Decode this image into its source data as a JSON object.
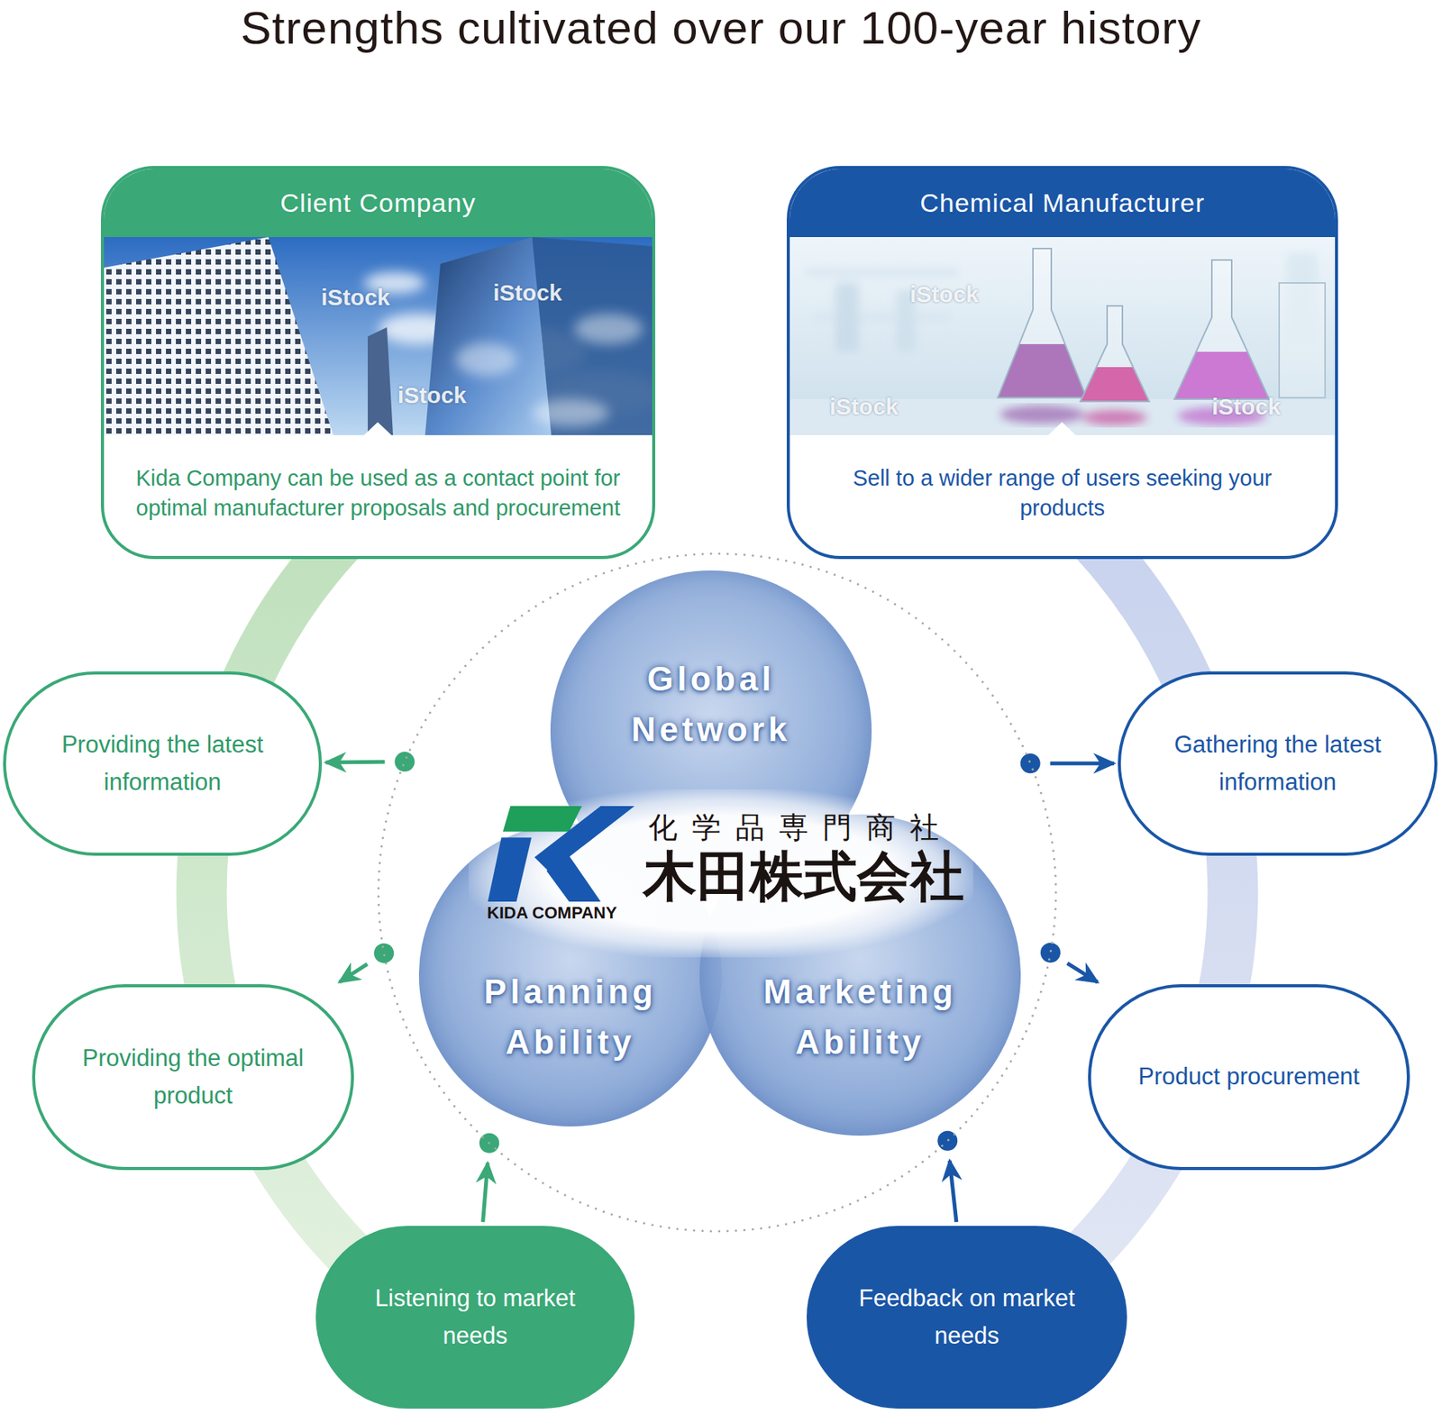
{
  "diagram": {
    "title": "Strengths cultivated over our 100-year history",
    "nodes": [
      {
        "text": [
          "Client Company",
          "Kida Company can be used as a contact point for optimal manufacturer proposals and procurement"
        ]
      },
      {
        "text": [
          "Chemical Manufacturer",
          "Sell to a wider range of users seeking your products"
        ]
      },
      {
        "text": [
          "化学品専門商社",
          "木田株式会社",
          "KIDA COMPANY"
        ]
      },
      {
        "text": [
          "Global Network"
        ],
        "in": 2
      },
      {
        "text": [
          "Planning Ability"
        ],
        "in": 2
      },
      {
        "text": [
          "Marketing Ability"
        ],
        "in": 2
      },
      {
        "text": [
          "Providing the latest information"
        ]
      },
      {
        "text": [
          "Gathering the latest information"
        ]
      },
      {
        "text": [
          "Providing the optimal product"
        ]
      },
      {
        "text": [
          "Product procurement"
        ]
      },
      {
        "text": [
          "Listening to market needs"
        ]
      },
      {
        "text": [
          "Feedback on market needs"
        ]
      }
    ],
    "edges": [
      {
        "from": 2,
        "to": 6,
        "arrow": "to"
      },
      {
        "from": 2,
        "to": 7,
        "arrow": "to"
      },
      {
        "from": 2,
        "to": 8,
        "arrow": "to"
      },
      {
        "from": 2,
        "to": 9,
        "arrow": "to"
      },
      {
        "from": 10,
        "to": 2,
        "arrow": "to"
      },
      {
        "from": 11,
        "to": 2,
        "arrow": "to"
      }
    ],
    "labels": [
      "iStock",
      "iStock",
      "iStock",
      "iStock",
      "iStock",
      "iStock"
    ]
  }
}
